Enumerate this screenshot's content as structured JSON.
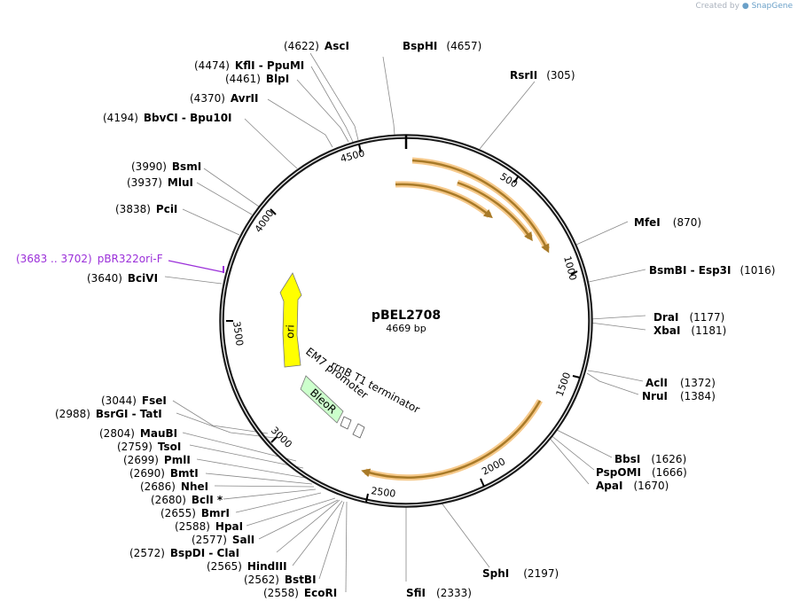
{
  "credit": {
    "prefix": "Created by",
    "brand": "SnapGene"
  },
  "plasmid": {
    "name": "pBEL2708",
    "size": "4669 bp"
  },
  "ticks": [
    "500",
    "1000",
    "1500",
    "2000",
    "2500",
    "3000",
    "3500",
    "4000",
    "4500"
  ],
  "sites": [
    {
      "enzyme": "AscI",
      "pos": "(4622)"
    },
    {
      "enzyme": "BspHI",
      "pos": "(4657)"
    },
    {
      "enzyme": "RsrII",
      "pos": "(305)"
    },
    {
      "enzyme": "KflI  - PpuMI",
      "pos": "(4474)"
    },
    {
      "enzyme": "BlpI",
      "pos": "(4461)"
    },
    {
      "enzyme": "AvrII",
      "pos": "(4370)"
    },
    {
      "enzyme": "BbvCI  - Bpu10I",
      "pos": "(4194)"
    },
    {
      "enzyme": "BsmI",
      "pos": "(3990)"
    },
    {
      "enzyme": "MluI",
      "pos": "(3937)"
    },
    {
      "enzyme": "PciI",
      "pos": "(3838)"
    },
    {
      "enzyme": "BciVI",
      "pos": "(3640)"
    },
    {
      "enzyme": "MfeI",
      "pos": "(870)"
    },
    {
      "enzyme": "BsmBI  - Esp3I",
      "pos": "(1016)"
    },
    {
      "enzyme": "DraI",
      "pos": "(1177)"
    },
    {
      "enzyme": "XbaI",
      "pos": "(1181)"
    },
    {
      "enzyme": "AclI",
      "pos": "(1372)"
    },
    {
      "enzyme": "NruI",
      "pos": "(1384)"
    },
    {
      "enzyme": "BbsI",
      "pos": "(1626)"
    },
    {
      "enzyme": "PspOMI",
      "pos": "(1666)"
    },
    {
      "enzyme": "ApaI",
      "pos": "(1670)"
    },
    {
      "enzyme": "SphI",
      "pos": "(2197)"
    },
    {
      "enzyme": "SfiI",
      "pos": "(2333)"
    },
    {
      "enzyme": "FseI",
      "pos": "(3044)"
    },
    {
      "enzyme": "BsrGI  - TatI",
      "pos": "(2988)"
    },
    {
      "enzyme": "MauBI",
      "pos": "(2804)"
    },
    {
      "enzyme": "TsoI",
      "pos": "(2759)"
    },
    {
      "enzyme": "PmlI",
      "pos": "(2699)"
    },
    {
      "enzyme": "BmtI",
      "pos": "(2690)"
    },
    {
      "enzyme": "NheI",
      "pos": "(2686)"
    },
    {
      "enzyme": "BclI *",
      "pos": "(2680)"
    },
    {
      "enzyme": "BmrI",
      "pos": "(2655)"
    },
    {
      "enzyme": "HpaI",
      "pos": "(2588)"
    },
    {
      "enzyme": "SalI",
      "pos": "(2577)"
    },
    {
      "enzyme": "BspDI  - ClaI",
      "pos": "(2572)"
    },
    {
      "enzyme": "HindIII",
      "pos": "(2565)"
    },
    {
      "enzyme": "BstBI",
      "pos": "(2562)"
    },
    {
      "enzyme": "EcoRI",
      "pos": "(2558)"
    }
  ],
  "primer": {
    "range": "(3683 .. 3702)",
    "name": "pBR322ori-F"
  },
  "features": {
    "ori": "ori",
    "bleor": "BleoR",
    "promoter": "EM7 promoter",
    "terminator": "rrnB T1 terminator"
  },
  "colors": {
    "backbone": "#1a1a1a",
    "orf_fill": "#a87a28",
    "orf_glow": "#f6c98a",
    "ori_fill": "#ffff00",
    "bleor_fill": "#ccffcc",
    "primer": "#9b30d9"
  }
}
